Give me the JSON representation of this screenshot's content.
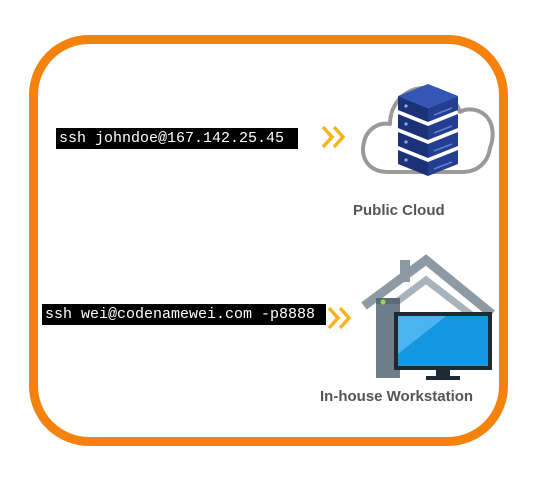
{
  "diagram": {
    "frame_color": "#f5820d",
    "connections": [
      {
        "command": "ssh johndoe@167.142.25.45",
        "target_label": "Public Cloud",
        "target_icon": "cloud-server-icon"
      },
      {
        "command": "ssh wei@codenamewei.com -p8888",
        "target_label": "In-house Workstation",
        "target_icon": "house-workstation-icon"
      }
    ],
    "colors": {
      "frame": "#f5820d",
      "arrow": "#f5b41e",
      "server": "#243f8f",
      "cloud_outline": "#9a9a9a",
      "house": "#7d8d99",
      "monitor": "#1596e0",
      "label": "#555555"
    }
  }
}
